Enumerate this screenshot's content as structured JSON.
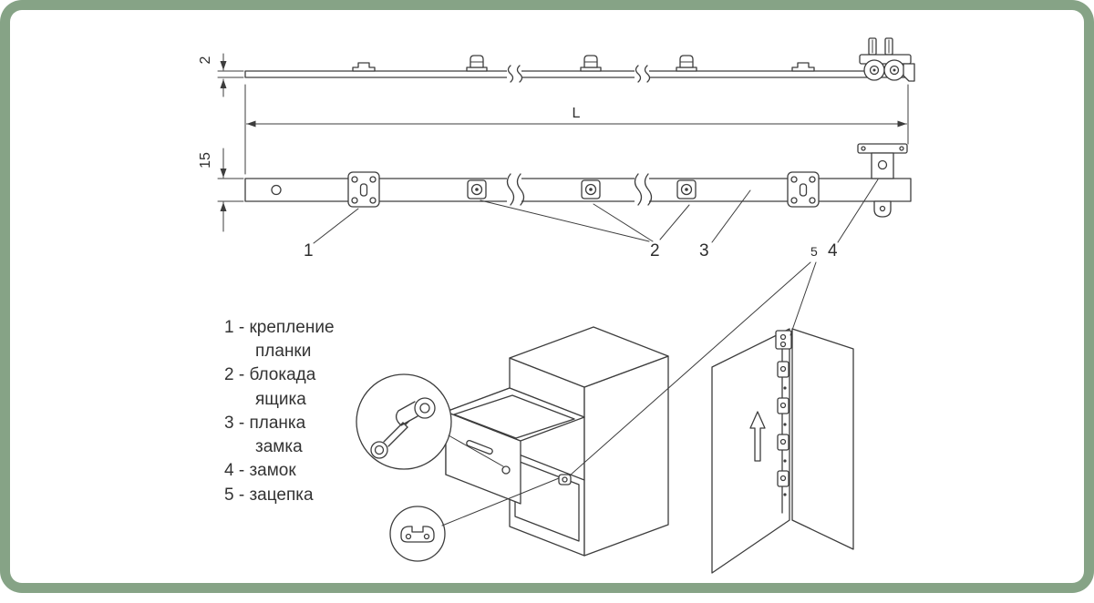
{
  "frame": {
    "background": "#86a386",
    "panel_background": "#ffffff"
  },
  "drawing": {
    "dimensions": {
      "top_thickness": "2",
      "bar_height": "15",
      "length": "L"
    },
    "callouts": {
      "n1": "1",
      "n2": "2",
      "n3": "3",
      "n4": "4",
      "n5": "5"
    },
    "legend": {
      "lines": [
        {
          "text": "1 - крепление"
        },
        {
          "text": "планки"
        },
        {
          "text": "2 - блокада"
        },
        {
          "text": "ящика"
        },
        {
          "text": "3 - планка"
        },
        {
          "text": "замка"
        },
        {
          "text": "4 - замок"
        },
        {
          "text": "5 - зацепка"
        }
      ]
    }
  }
}
